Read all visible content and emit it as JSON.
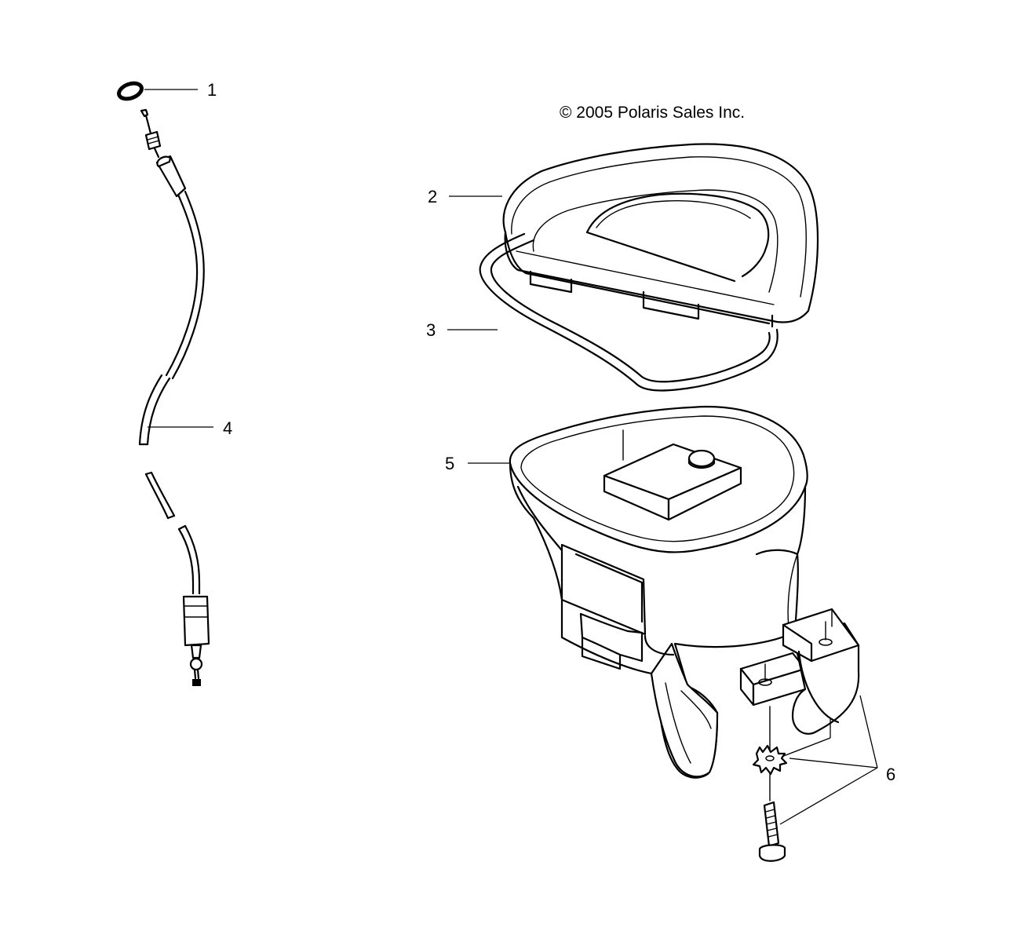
{
  "copyright": "© 2005 Polaris Sales Inc.",
  "callouts": [
    {
      "id": "1",
      "label": "1"
    },
    {
      "id": "2",
      "label": "2"
    },
    {
      "id": "3",
      "label": "3"
    },
    {
      "id": "4",
      "label": "4"
    },
    {
      "id": "5",
      "label": "5"
    },
    {
      "id": "6",
      "label": "6"
    }
  ]
}
